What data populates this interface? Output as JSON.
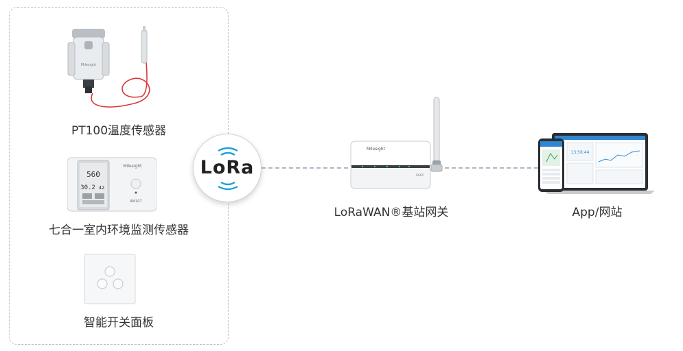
{
  "devices": {
    "temp_sensor": {
      "label": "PT100温度传感器",
      "brand": "Milesight"
    },
    "env_sensor": {
      "label": "七合一室内环境监测传感器",
      "brand": "Milesight",
      "model": "AM107",
      "display_co2": "560",
      "display_temp": "30.2",
      "display_hum": "42"
    },
    "smart_panel": {
      "label": "智能开关面板"
    }
  },
  "lora": {
    "logo_text": "LoRa"
  },
  "gateway": {
    "label": "LoRaWAN®基站网关",
    "brand": "Milesight",
    "model": "UG65"
  },
  "app": {
    "label": "App/网站",
    "dashboard_time": "13:56:44"
  }
}
